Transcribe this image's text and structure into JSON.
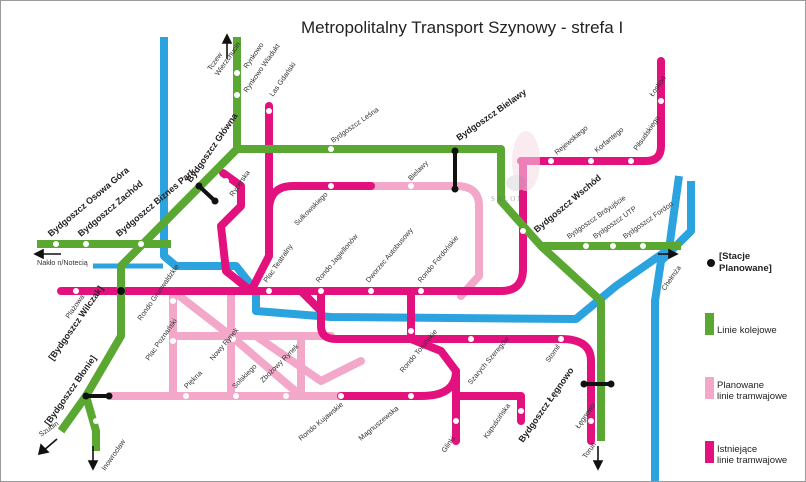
{
  "title": "Metropolitalny Transport  Szynowy - strefa I",
  "colors": {
    "rail": "#5aa832",
    "tram_existing": "#e3117d",
    "tram_planned": "#f3a8c9",
    "water": "#2aa3df",
    "planned_marker": "#111111"
  },
  "stations": {
    "bydgoszcz_glowna": "Bydgoszcz Główna",
    "bydgoszcz_bielawy": "Bydgoszcz Bielawy",
    "bydgoszcz_wschod": "Bydgoszcz Wschód",
    "bydgoszcz_wilczak": "[Bydgoszcz Wilczak]",
    "bydgoszcz_blonie": "[Bydgoszcz Błonie]",
    "bydgoszcz_leg_nowo": "Bydgoszcz Łęgnowo",
    "bydgoszcz_osowa_gora": "Bydgoszcz Osowa Góra",
    "bydgoszcz_zachod": "Bydgoszcz Zachód",
    "bydgoszcz_biznes_park": "Bydgoszcz Biznes Park",
    "bydgoszcz_lesna": "Bydgoszcz Leśna",
    "bydgoszcz_brdyujscie": "Bydgoszcz Brdyujście",
    "bydgoszcz_utp": "Bydgoszcz UTP",
    "bydgoszcz_fordon": "Bydgoszcz Fordon",
    "rynkowo": "Rynkowo",
    "rynkowo_wiadukt": "Rynkowo Wiadukt",
    "las_gdanski": "Las Gdański",
    "rycerska": "Rycerska",
    "sulkowskiego": "Sułkowskiego",
    "bielawy": "Bielawy",
    "rejewskiego": "Rejewskiego",
    "korfantego": "Korfantego",
    "pilsudskiego": "Piłsudskiego",
    "loskon": "Łoskoń",
    "plac_teatralny": "Plac Teatralny",
    "rondo_jagiellonow": "Rondo Jagiellonów",
    "dworzec_autobusowy": "Dworzec Autobusowy",
    "rondo_fordonskie": "Rondo Fordońskie",
    "plazowa": "Plażowa",
    "rondo_grunwaldzkie": "Rondo Grunwaldzkie",
    "plac_poznanski": "Plac Poznański",
    "nowy_rynek": "Nowy Rynek",
    "piekna": "Piękna",
    "solskiego": "Solskiego",
    "zbozowy_rynek": "Zbożowy Rynek",
    "rondo_torunskie": "Rondo Toruńskie",
    "szarych_szeregow": "Szarych Szeregów",
    "stomil": "Stomil",
    "rondo_kujawskie": "Rondo Kujawskie",
    "magnuszewska": "Magnuszewska",
    "glinki": "Glinki",
    "kapuscinska": "Kapuścińska",
    "legnowo": "Łęgnowo"
  },
  "directions": {
    "north": "Tczew\nWierzchucin",
    "west": "Nakło n/Notecią",
    "southwest": "Szubin",
    "south": "Inowrocław",
    "southeast": "Toruń",
    "east": "Chełmża"
  },
  "legend": {
    "planned_stations": "[Stacje\nPlanowane]",
    "rail": "Linie kolejowe",
    "tram_planned": "Planowane\nlinie tramwajowe",
    "tram_existing": "Istniejące\nlinie tramwajowe"
  },
  "watermark": "SALON"
}
